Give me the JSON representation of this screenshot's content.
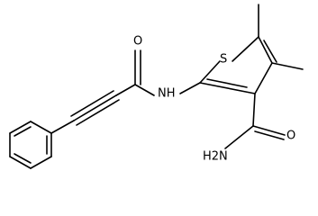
{
  "structure": {
    "atom_labels": {
      "amide_carbonyl_o": "O",
      "amide_nh": "NH",
      "thiophene_s": "S",
      "carboxamide_o": "O",
      "carboxamide_nh2": "H2N"
    }
  }
}
